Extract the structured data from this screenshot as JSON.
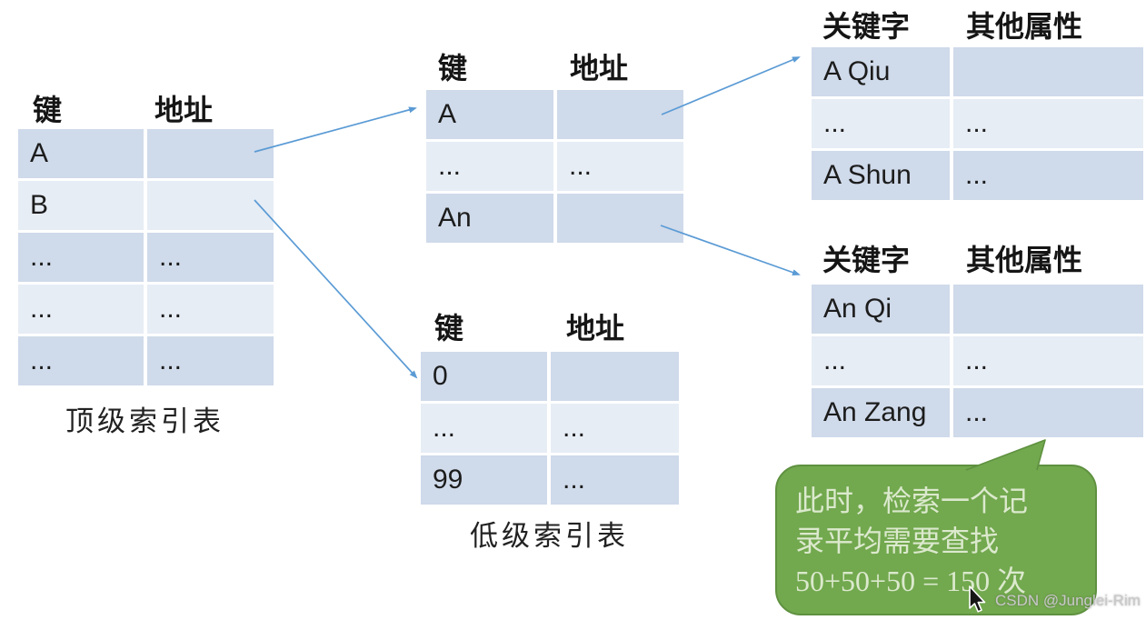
{
  "colors": {
    "row_dark": "#cfdaea",
    "row_light": "#e7edf5",
    "arrow": "#5b9bd5",
    "bubble_fill": "#72a84e",
    "bubble_border": "#5f9140",
    "bubble_text": "#dbe9cd",
    "cell_text": "#1c1c1c",
    "watermark": "#c9c9c9"
  },
  "tables": {
    "top_level": {
      "headers": [
        "键",
        "地址"
      ],
      "rows": [
        [
          "A",
          ""
        ],
        [
          "B",
          ""
        ],
        [
          "...",
          "..."
        ],
        [
          "...",
          "..."
        ],
        [
          "...",
          "..."
        ]
      ],
      "caption": "顶级索引表"
    },
    "mid_index": {
      "headers": [
        "键",
        "地址"
      ],
      "rows": [
        [
          "A",
          ""
        ],
        [
          "...",
          "..."
        ],
        [
          "An",
          ""
        ]
      ]
    },
    "low_level": {
      "headers": [
        "键",
        "地址"
      ],
      "rows": [
        [
          "0",
          ""
        ],
        [
          "...",
          "..."
        ],
        [
          "99",
          "..."
        ]
      ],
      "caption": "低级索引表"
    },
    "records_a": {
      "headers": [
        "关键字",
        "其他属性"
      ],
      "rows": [
        [
          "A Qiu",
          ""
        ],
        [
          "...",
          "..."
        ],
        [
          "A Shun",
          "..."
        ]
      ]
    },
    "records_an": {
      "headers": [
        "关键字",
        "其他属性"
      ],
      "rows": [
        [
          "An Qi",
          ""
        ],
        [
          "...",
          "..."
        ],
        [
          "An Zang",
          "..."
        ]
      ]
    }
  },
  "callout": {
    "lines": [
      "此时，检索一个记",
      "录平均需要查找",
      "50+50+50 = 150 次"
    ]
  },
  "watermark": "CSDN @Junglei-Rim",
  "icons": {
    "cursor": "mouse-pointer-icon",
    "arrows": [
      "index-link-arrow-a",
      "index-link-arrow-b",
      "record-link-arrow-a",
      "record-link-arrow-an"
    ]
  }
}
